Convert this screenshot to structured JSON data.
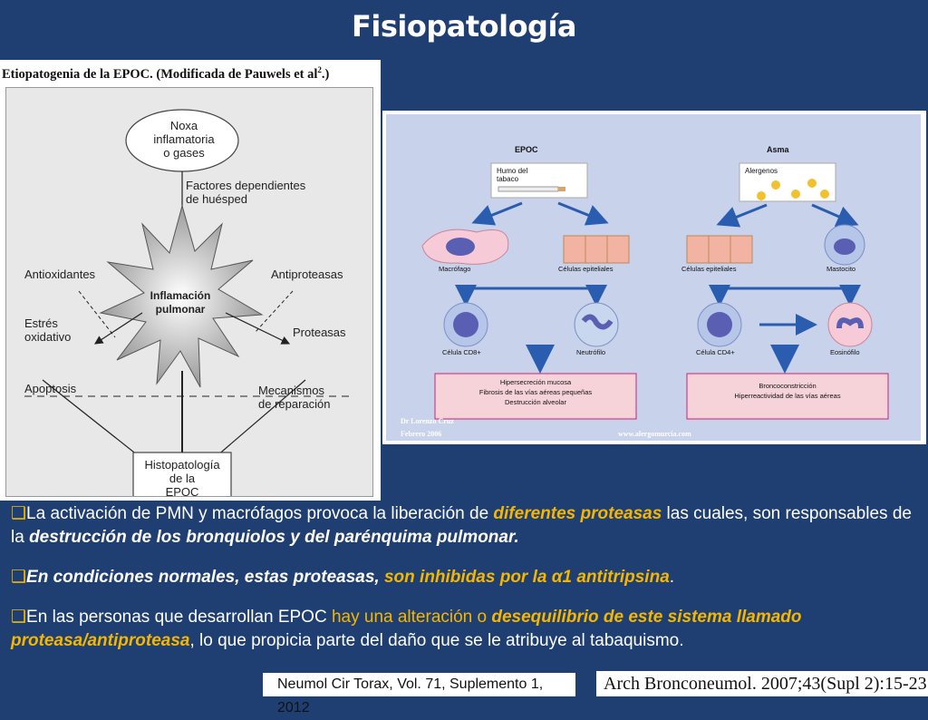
{
  "slide": {
    "title": "Fisiopatología"
  },
  "left_figure": {
    "caption": "Etiopatogenia de la EPOC. (Modificada de Pauwels et al",
    "caption_sup": "2",
    "caption_end": ".)",
    "noxa": [
      "Noxa",
      "inflamatoria",
      "o gases"
    ],
    "factores": [
      "Factores dependientes",
      "de huésped"
    ],
    "antioxidantes": "Antioxidantes",
    "antiproteasas": "Antiproteasas",
    "inflamacion": [
      "Inflamación",
      "pulmonar"
    ],
    "estres": [
      "Estrés",
      "oxidativo"
    ],
    "proteasas": "Proteasas",
    "apoptosis": "Apoptosis",
    "mecanismos": [
      "Mecanismos",
      "de reparación"
    ],
    "histo": [
      "Histopatología",
      "de la",
      "EPOC"
    ]
  },
  "right_figure": {
    "epoc": "EPOC",
    "asma": "Asma",
    "humo": [
      "Humo del",
      "tabaco"
    ],
    "alergenos": "Alergenos",
    "macrofago": "Macrófago",
    "celulas_epiteliales_1": "Células epiteliales",
    "celulas_epiteliales_2": "Células epiteliales",
    "mastocito": "Mastocito",
    "cd8": "Célula CD8+",
    "neutrofilo": "Neutrófilo",
    "cd4": "Célula CD4+",
    "eosinofilo": "Eosinófilo",
    "box_epoc": [
      "Hipersecreción mucosa",
      "Fibrosis de las vías aéreas pequeñas",
      "Destrucción alveolar"
    ],
    "box_asma": [
      "Broncoconstricción",
      "Hiperreactividad de las vías aéreas"
    ],
    "watermark_author": "Dr Lorenzo Cruz",
    "watermark_date": "Febrero 2006",
    "watermark_url": "www.alergomurcia.com"
  },
  "bullets": {
    "p1": {
      "a": "La activación de PMN y macrófagos provoca la liberación de ",
      "b": "diferentes proteasas",
      "c": " las cuales, son responsables de la ",
      "d": "destrucción de los bronquiolos y del parénquima pulmonar."
    },
    "p2": {
      "a": "En condiciones normales, estas proteasas",
      "b": ", ",
      "c": "son inhibidas por la α1 antitripsina",
      "d": "."
    },
    "p3": {
      "a": "En las personas que desarrollan EPOC  ",
      "b": "hay una alteración o ",
      "c": "desequilibrio de este sistema llamado proteasa/antiproteasa",
      "d": ", lo que propicia parte del daño que se le atribuye al tabaquismo."
    }
  },
  "references": {
    "ref1": "Neumol Cir Torax, Vol. 71, Suplemento 1, 2012",
    "ref2": "Arch Bronconeumol. 2007;43(Supl 2):15-23"
  },
  "colors": {
    "background": "#1f3f72",
    "highlight": "#f5b600",
    "text": "#ffffff"
  }
}
